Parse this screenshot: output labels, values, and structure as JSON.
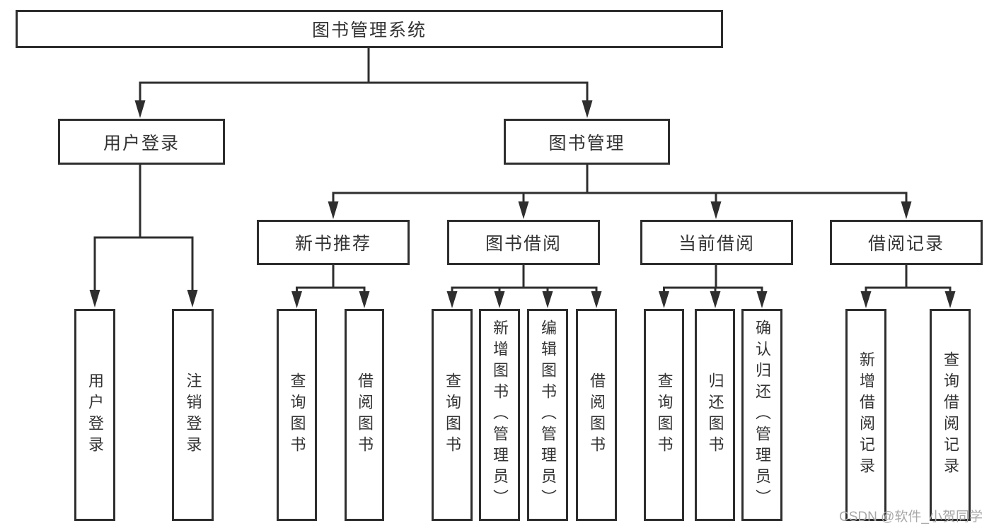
{
  "diagram": {
    "root": {
      "label": "图书管理系统"
    },
    "level2": [
      {
        "id": "user-login",
        "label": "用户登录"
      },
      {
        "id": "book-management",
        "label": "图书管理"
      }
    ],
    "level3": [
      {
        "id": "new-book-recommend",
        "label": "新书推荐"
      },
      {
        "id": "book-borrowing",
        "label": "图书借阅"
      },
      {
        "id": "current-borrowing",
        "label": "当前借阅"
      },
      {
        "id": "borrowing-records",
        "label": "借阅记录"
      }
    ],
    "leaves": {
      "user_login": [
        "用户登录",
        "注销登录"
      ],
      "new_book_recommend": [
        "查询图书",
        "借阅图书"
      ],
      "book_borrowing": [
        "查询图书",
        "新增图书（管理员）",
        "编辑图书（管理员）",
        "借阅图书"
      ],
      "current_borrowing": [
        "查询图书",
        "归还图书",
        "确认归还（管理员）"
      ],
      "borrowing_records": [
        "新增借阅记录",
        "查询借阅记录"
      ]
    }
  },
  "watermark": {
    "text": "CSDN @软件_小贺同学"
  },
  "colors": {
    "line": "#2e2e2e",
    "text": "#333333",
    "watermark": "#a8a8a8",
    "background": "#ffffff"
  }
}
